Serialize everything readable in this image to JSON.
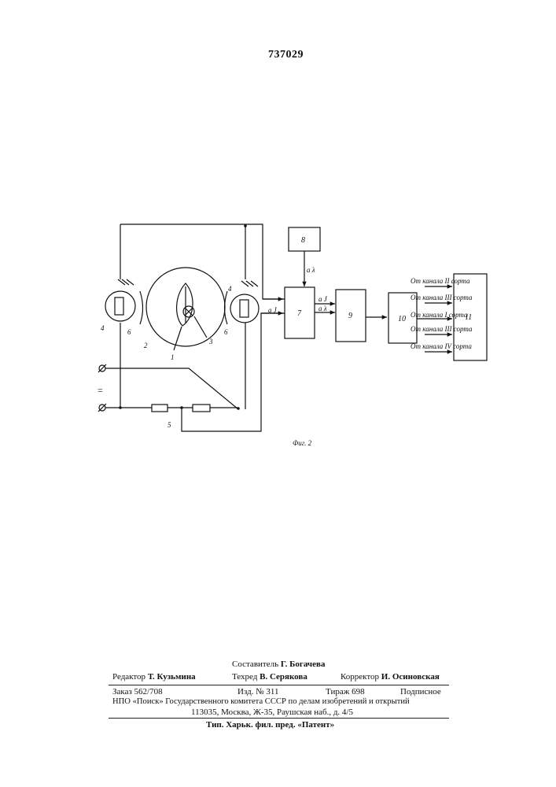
{
  "header": {
    "patent_number": "737029"
  },
  "figure": {
    "caption": "Фиг. 2",
    "component_labels": [
      "1",
      "2",
      "3",
      "4",
      "4",
      "5",
      "6",
      "6"
    ],
    "blocks": [
      "7",
      "8",
      "9",
      "10",
      "11"
    ],
    "signal_labels": [
      "a J",
      "a λ",
      "a J",
      "a λ"
    ],
    "input_symbol": "=",
    "channel_inputs": [
      "От канала II сорта",
      "От канала III сорта",
      "От канала I сорта",
      "От канала III сорта",
      "От канала IV сорта"
    ]
  },
  "footer": {
    "compiler_label": "Составитель",
    "compiler": "Г. Богачева",
    "editor_label": "Редактор",
    "editor": "Т. Кузьмина",
    "techred_label": "Техред",
    "techred": "В. Серякова",
    "corrector_label": "Корректор",
    "corrector": "И. Осиновская",
    "order": "Заказ 562/708",
    "edition": "Изд. № 311",
    "print_run": "Тираж 698",
    "subscription": "Подписное",
    "org": "НПО «Поиск» Государственного комитета СССР по делам изобретений и открытий",
    "address": "113035, Москва, Ж-35, Раушская наб., д. 4/5",
    "printer": "Тип. Харьк. фил. пред. «Патент»"
  }
}
